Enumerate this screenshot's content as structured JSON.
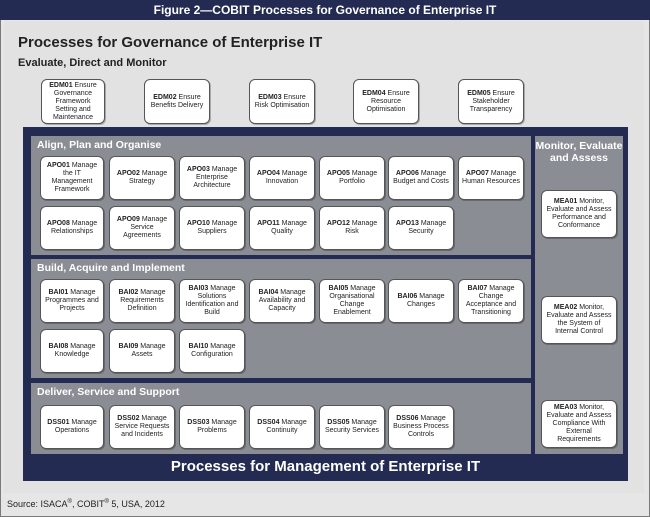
{
  "figure_title": "Figure 2—COBIT Processes for Governance of Enterprise IT",
  "governance_title": "Processes for Governance of Enterprise IT",
  "edm": {
    "label": "Evaluate, Direct and Monitor",
    "items": [
      {
        "code": "EDM01",
        "name": "Ensure Governance Framework Setting and Maintenance"
      },
      {
        "code": "EDM02",
        "name": "Ensure Benefits Delivery"
      },
      {
        "code": "EDM03",
        "name": "Ensure Risk Optimisation"
      },
      {
        "code": "EDM04",
        "name": "Ensure Resource Optimisation"
      },
      {
        "code": "EDM05",
        "name": "Ensure Stakeholder Transparency"
      }
    ]
  },
  "apo": {
    "label": "Align, Plan and Organise",
    "items": [
      {
        "code": "APO01",
        "name": "Manage the IT Management Framework"
      },
      {
        "code": "APO02",
        "name": "Manage Strategy"
      },
      {
        "code": "APO03",
        "name": "Manage Enterprise Architecture"
      },
      {
        "code": "APO04",
        "name": "Manage Innovation"
      },
      {
        "code": "APO05",
        "name": "Manage Portfolio"
      },
      {
        "code": "APO06",
        "name": "Manage Budget and Costs"
      },
      {
        "code": "APO07",
        "name": "Manage Human Resources"
      },
      {
        "code": "APO08",
        "name": "Manage Relationships"
      },
      {
        "code": "APO09",
        "name": "Manage Service Agreements"
      },
      {
        "code": "APO10",
        "name": "Manage Suppliers"
      },
      {
        "code": "APO11",
        "name": "Manage Quality"
      },
      {
        "code": "APO12",
        "name": "Manage Risk"
      },
      {
        "code": "APO13",
        "name": "Manage Security"
      }
    ]
  },
  "bai": {
    "label": "Build, Acquire and Implement",
    "items": [
      {
        "code": "BAI01",
        "name": "Manage Programmes and Projects"
      },
      {
        "code": "BAI02",
        "name": "Manage Requirements Definition"
      },
      {
        "code": "BAI03",
        "name": "Manage Solutions Identification and Build"
      },
      {
        "code": "BAI04",
        "name": "Manage Availability and Capacity"
      },
      {
        "code": "BAI05",
        "name": "Manage Organisational Change Enablement"
      },
      {
        "code": "BAI06",
        "name": "Manage Changes"
      },
      {
        "code": "BAI07",
        "name": "Manage Change Acceptance and Transitioning"
      },
      {
        "code": "BAI08",
        "name": "Manage Knowledge"
      },
      {
        "code": "BAI09",
        "name": "Manage Assets"
      },
      {
        "code": "BAI10",
        "name": "Manage Configuration"
      }
    ]
  },
  "dss": {
    "label": "Deliver, Service and Support",
    "items": [
      {
        "code": "DSS01",
        "name": "Manage Operations"
      },
      {
        "code": "DSS02",
        "name": "Manage Service Requests and Incidents"
      },
      {
        "code": "DSS03",
        "name": "Manage Problems"
      },
      {
        "code": "DSS04",
        "name": "Manage Continuity"
      },
      {
        "code": "DSS05",
        "name": "Manage Security Services"
      },
      {
        "code": "DSS06",
        "name": "Manage Business Process Controls"
      }
    ]
  },
  "mea": {
    "label": "Monitor, Evaluate and Assess",
    "items": [
      {
        "code": "MEA01",
        "name": "Monitor, Evaluate and Assess Performance and Conformance"
      },
      {
        "code": "MEA02",
        "name": "Monitor, Evaluate and Assess the System of Internal Control"
      },
      {
        "code": "MEA03",
        "name": "Monitor, Evaluate and Assess Compliance With External Requirements"
      }
    ]
  },
  "management_title": "Processes for Management of Enterprise IT",
  "source": {
    "prefix": "Source:  ISACA",
    "reg1": "®",
    "mid": ", COBIT",
    "reg2": "®",
    "suffix": " 5, USA, 2012"
  },
  "colors": {
    "navy": "#242b52",
    "domain_gray": "#8b8d94",
    "background": "#e2e2e2"
  }
}
